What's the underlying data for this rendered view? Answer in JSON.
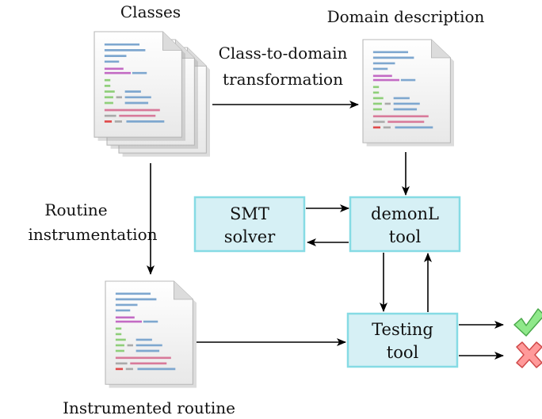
{
  "labels": {
    "classes": "Classes",
    "domain_description": "Domain description",
    "transformation_line1": "Class-to-domain",
    "transformation_line2": "transformation",
    "routine_line1": "Routine",
    "routine_line2": "instrumentation",
    "instrumented_routine": "Instrumented routine"
  },
  "boxes": {
    "smt": {
      "line1": "SMT",
      "line2": "solver"
    },
    "demonl": {
      "line1": "demonL",
      "line2": "tool"
    },
    "testing": {
      "line1": "Testing",
      "line2": "tool"
    }
  },
  "outcomes": {
    "pass_icon": "check-mark-icon",
    "fail_icon": "cross-mark-icon"
  },
  "colors": {
    "box_fill": "#d6f0f5",
    "box_stroke": "#86dbe4",
    "arrow": "#000000",
    "check": "#7de07a",
    "cross": "#ff8a8a"
  }
}
